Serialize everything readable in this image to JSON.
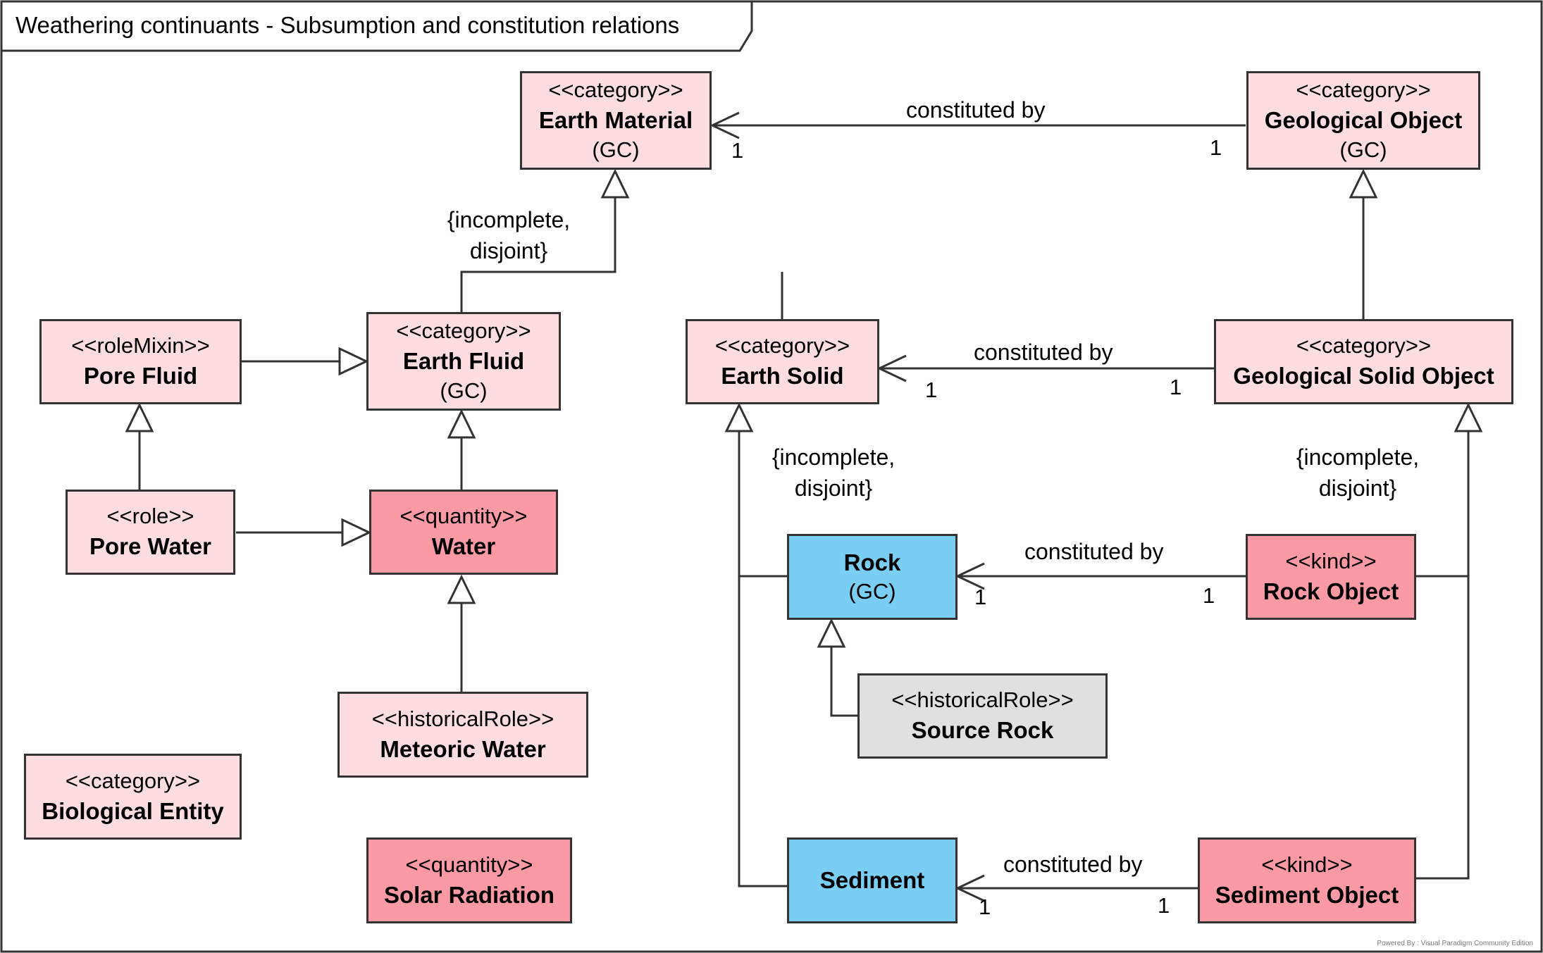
{
  "diagram": {
    "title": "Weathering continuants - Subsumption and constitution relations",
    "footer": "Powered By : Visual Paradigm Community Edition",
    "colors": {
      "light_pink": "#fddde0",
      "pink": "#fb9aa4",
      "blue": "#7bcef3",
      "grey": "#e0e0e0",
      "line": "#333333"
    }
  },
  "classes": {
    "earth_material": {
      "stereotype": "<<category>>",
      "name": "Earth Material",
      "note": "(GC)"
    },
    "geological_object": {
      "stereotype": "<<category>>",
      "name": "Geological Object",
      "note": "(GC)"
    },
    "pore_fluid": {
      "stereotype": "<<roleMixin>>",
      "name": "Pore Fluid"
    },
    "earth_fluid": {
      "stereotype": "<<category>>",
      "name": "Earth Fluid",
      "note": "(GC)"
    },
    "earth_solid": {
      "stereotype": "<<category>>",
      "name": "Earth Solid"
    },
    "geological_solid_object": {
      "stereotype": "<<category>>",
      "name": "Geological Solid Object"
    },
    "pore_water": {
      "stereotype": "<<role>>",
      "name": "Pore Water"
    },
    "water": {
      "stereotype": "<<quantity>>",
      "name": "Water"
    },
    "rock": {
      "name": "Rock",
      "note": "(GC)"
    },
    "rock_object": {
      "stereotype": "<<kind>>",
      "name": "Rock Object"
    },
    "source_rock": {
      "stereotype": "<<historicalRole>>",
      "name": "Source Rock"
    },
    "meteoric_water": {
      "stereotype": "<<historicalRole>>",
      "name": "Meteoric Water"
    },
    "biological_entity": {
      "stereotype": "<<category>>",
      "name": "Biological Entity"
    },
    "solar_radiation": {
      "stereotype": "<<quantity>>",
      "name": "Solar Radiation"
    },
    "sediment": {
      "name": "Sediment"
    },
    "sediment_object": {
      "stereotype": "<<kind>>",
      "name": "Sediment Object"
    }
  },
  "relations": {
    "constituted_label": "constituted by",
    "mult_one": "1"
  },
  "generalization_sets": {
    "earth_material": {
      "line1": "{incomplete,",
      "line2": "disjoint}"
    },
    "earth_solid": {
      "line1": "{incomplete,",
      "line2": "disjoint}"
    },
    "geological_solid_object": {
      "line1": "{incomplete,",
      "line2": "disjoint}"
    }
  }
}
